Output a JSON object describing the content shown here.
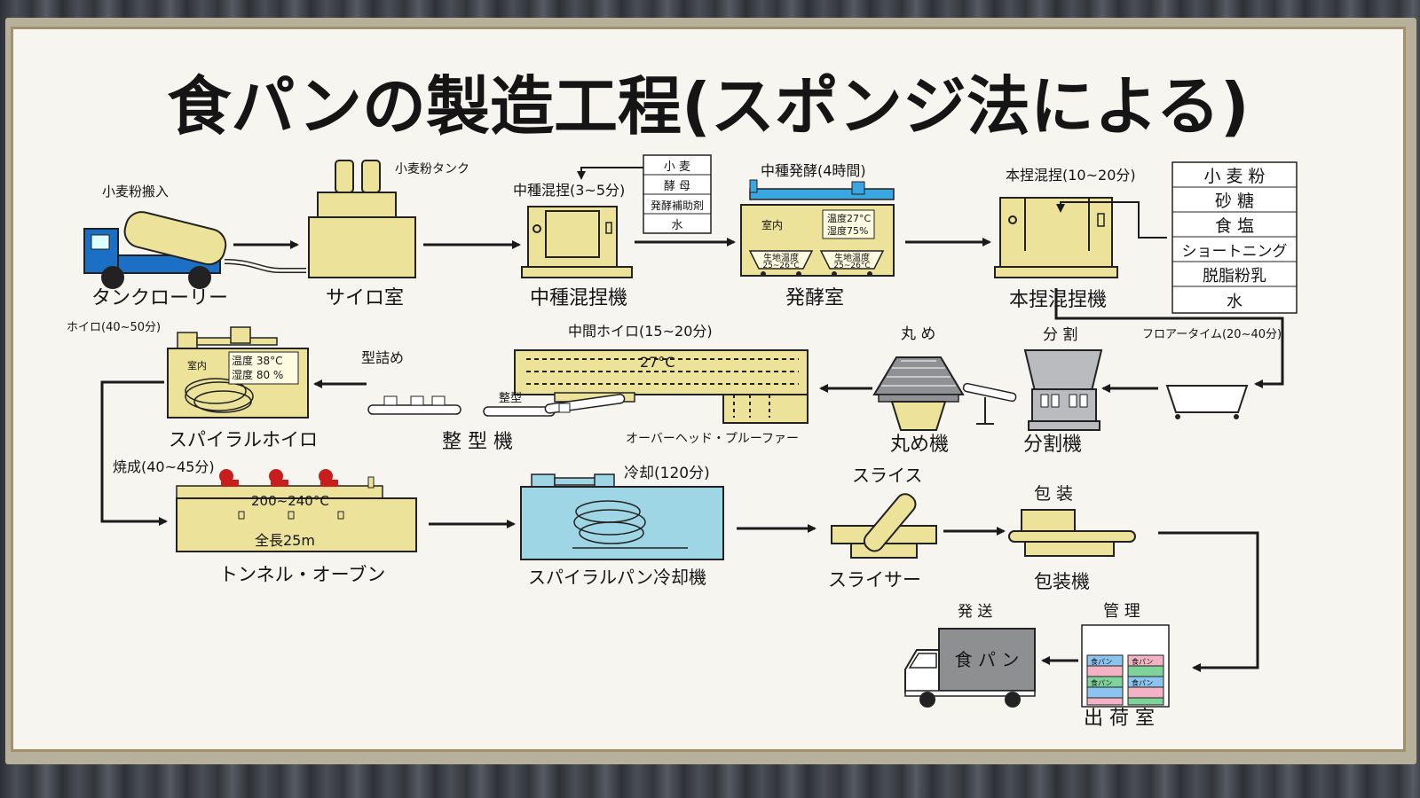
{
  "title": "食パンの製造工程(スポンジ法による)",
  "colors": {
    "machine": "#ede29a",
    "outline": "#2a2a2a",
    "cooler": "#9fd6e6",
    "truck_blue": "#1b6fc4",
    "heater": "#c81e1e",
    "box_pink": "#f3b3c4",
    "box_green": "#7fd39a",
    "box_blue": "#8bc4ef",
    "shipping_box": "#8e8f91",
    "board": "#f6f5ef",
    "frame": "#a0916c"
  },
  "steps": {
    "tanker": {
      "label": "タンクローリー",
      "note": "小麦粉搬入"
    },
    "silo": {
      "label": "サイロ室",
      "note": "小麦粉タンク"
    },
    "sponge_mixer": {
      "label": "中種混捏機",
      "note": "中種混捏(3~5分)"
    },
    "sponge_ingredients": [
      "小 麦",
      "酵 母",
      "発酵補助剤",
      "水"
    ],
    "ferment_room": {
      "label": "発酵室",
      "note": "中種発酵(4時間)",
      "inside": "室内",
      "temp": "温度27°C",
      "humidity": "湿度75%",
      "dough_temp_label": "生地温度",
      "dough_temp_value": "25~26°C"
    },
    "main_mixer": {
      "label": "本捏混捏機",
      "note": "本捏混捏(10~20分)"
    },
    "main_ingredients": [
      "小 麦 粉",
      "砂 糖",
      "食 塩",
      "ショートニング",
      "脱脂粉乳",
      "水"
    ],
    "floor_time": {
      "note": "フロアータイム(20~40分)"
    },
    "divider": {
      "label": "分割機",
      "note": "分 割"
    },
    "rounder": {
      "label": "丸め機",
      "note": "丸 め"
    },
    "overhead_proofer": {
      "label": "オーバーヘッド・プルーファー",
      "note": "中間ホイロ(15~20分)",
      "temp": "27°C"
    },
    "moulder": {
      "label": "整 型 機",
      "note_forming": "整型",
      "note_panning": "型詰め"
    },
    "spiral_proofer": {
      "label": "スパイラルホイロ",
      "note": "ホイロ(40~50分)",
      "inside": "室内",
      "temp": "温度 38°C",
      "humidity": "湿度 80 %"
    },
    "oven": {
      "label": "トンネル・オーブン",
      "note": "焼成(40~45分)",
      "temp": "200~240°C",
      "length": "全長25m"
    },
    "cooler": {
      "label": "スパイラルパン冷却機",
      "note": "冷却(120分)"
    },
    "slicer": {
      "label": "スライサー",
      "note": "スライス"
    },
    "packer": {
      "label": "包装機",
      "note": "包 装"
    },
    "storage": {
      "label": "出 荷 室",
      "note": "管 理",
      "box_text": "食パン"
    },
    "shipping": {
      "note": "発 送",
      "truck_text": "食 パ ン"
    }
  }
}
